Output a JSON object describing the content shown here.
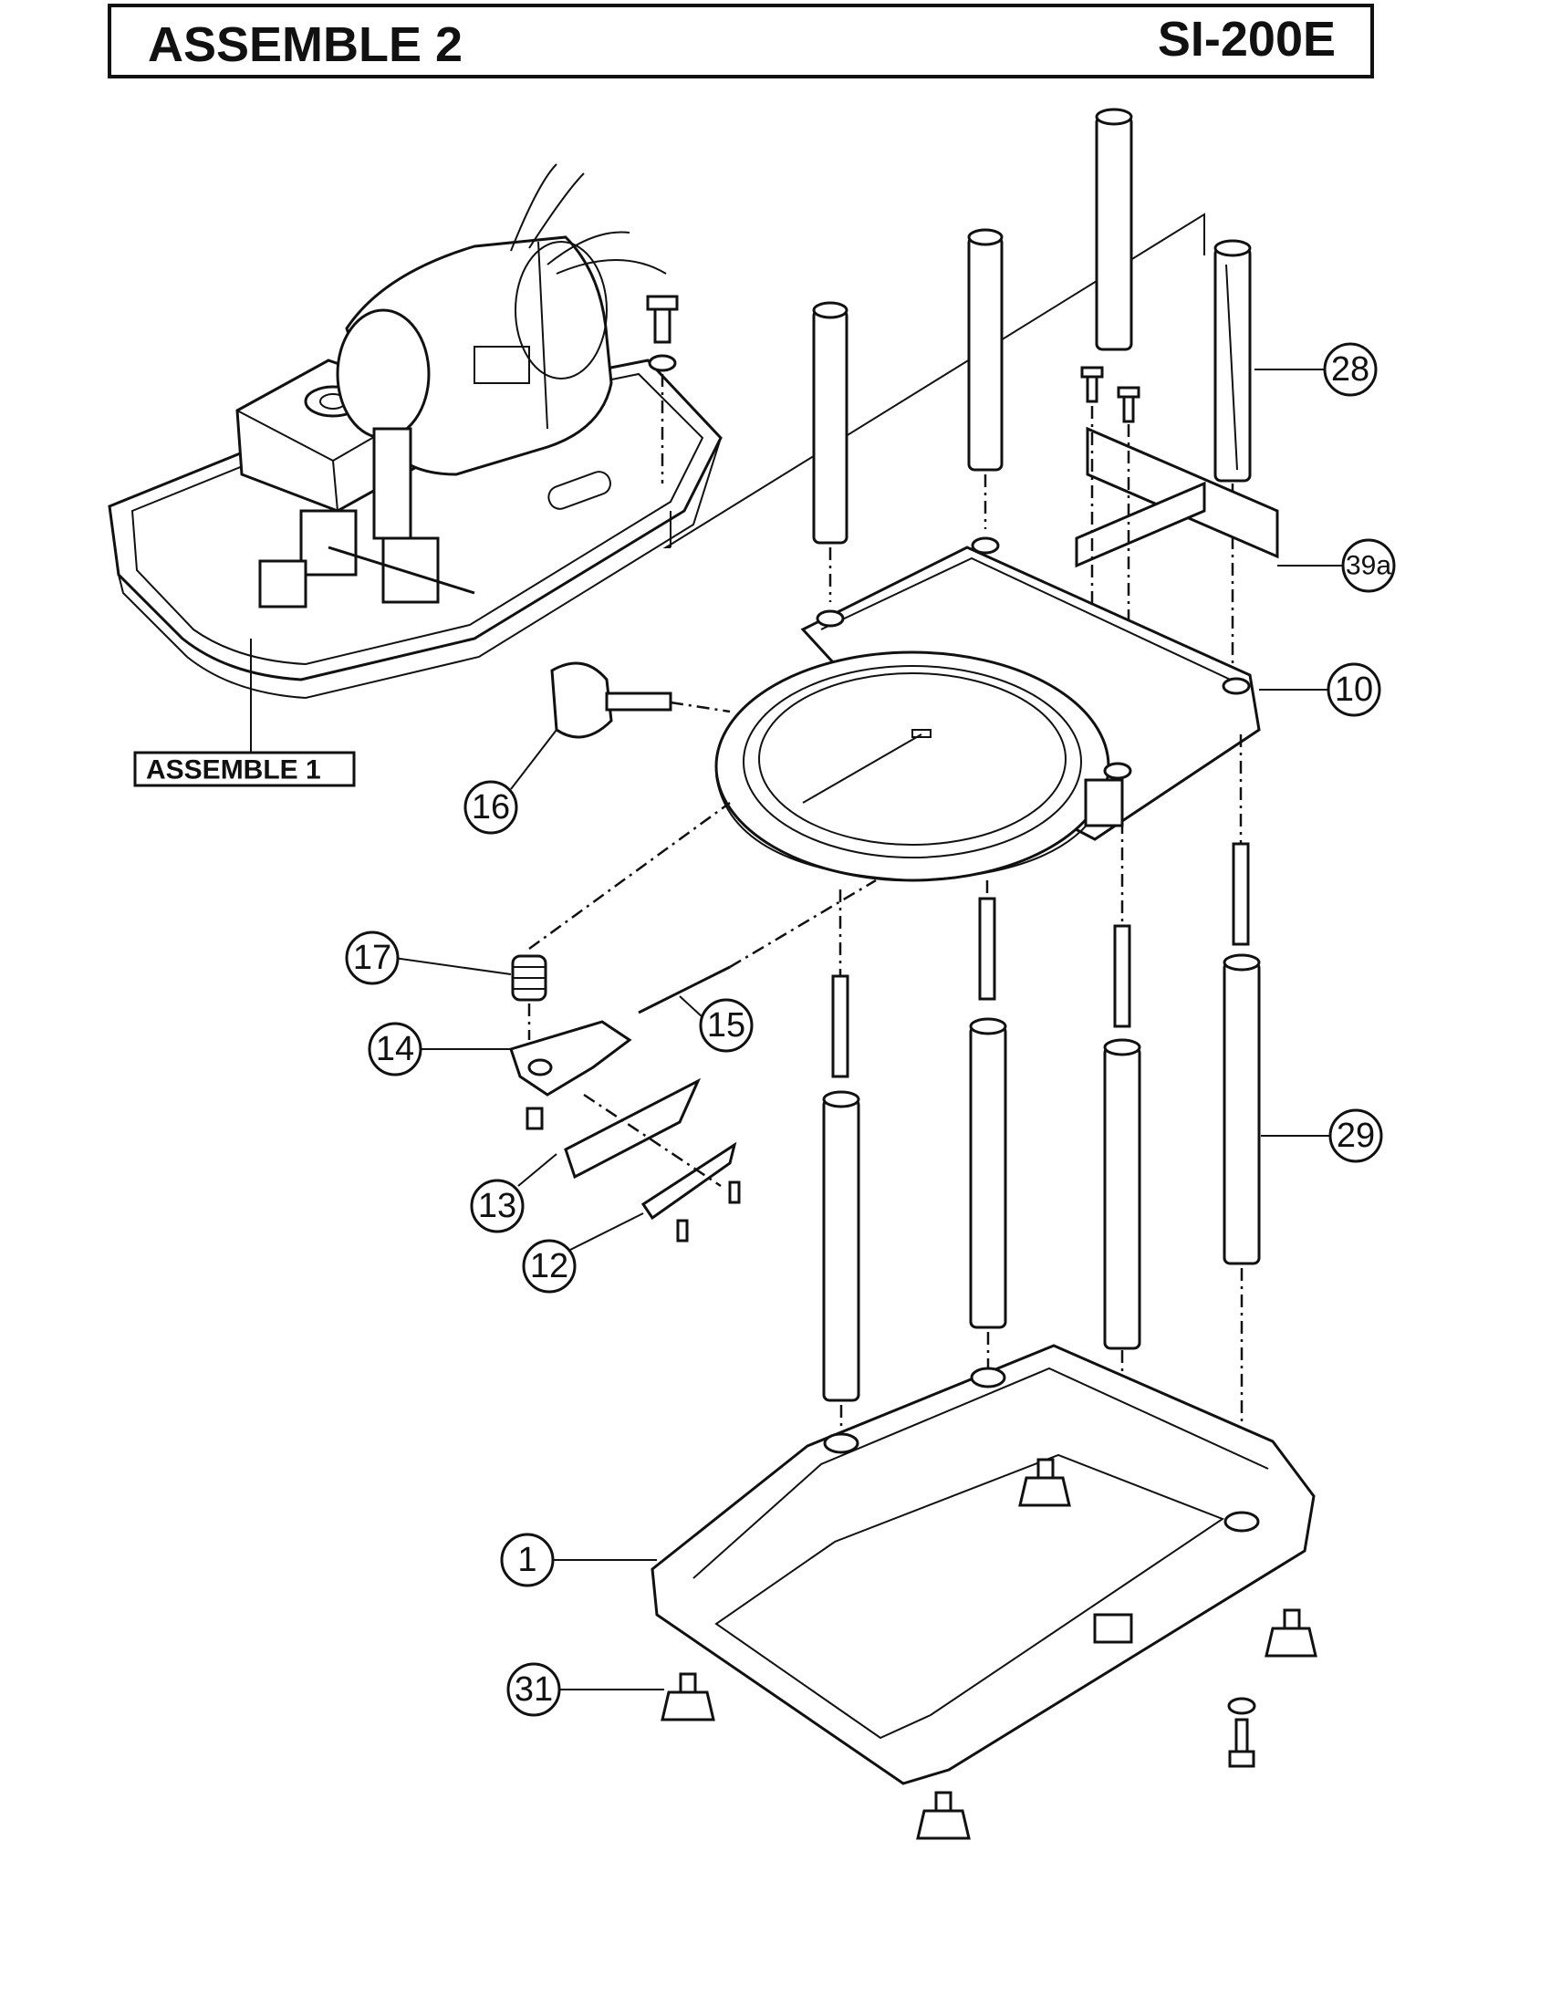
{
  "header": {
    "title": "ASSEMBLE 2",
    "model": "SI-200E"
  },
  "inset_label": "ASSEMBLE 1",
  "callouts": [
    {
      "id": "c28",
      "text": "28"
    },
    {
      "id": "c39a",
      "text": "39a"
    },
    {
      "id": "c10",
      "text": "10"
    },
    {
      "id": "c16",
      "text": "16"
    },
    {
      "id": "c17",
      "text": "17"
    },
    {
      "id": "c15",
      "text": "15"
    },
    {
      "id": "c14",
      "text": "14"
    },
    {
      "id": "c29",
      "text": "29"
    },
    {
      "id": "c13",
      "text": "13"
    },
    {
      "id": "c12",
      "text": "12"
    },
    {
      "id": "c1",
      "text": "1"
    },
    {
      "id": "c31",
      "text": "31"
    }
  ]
}
